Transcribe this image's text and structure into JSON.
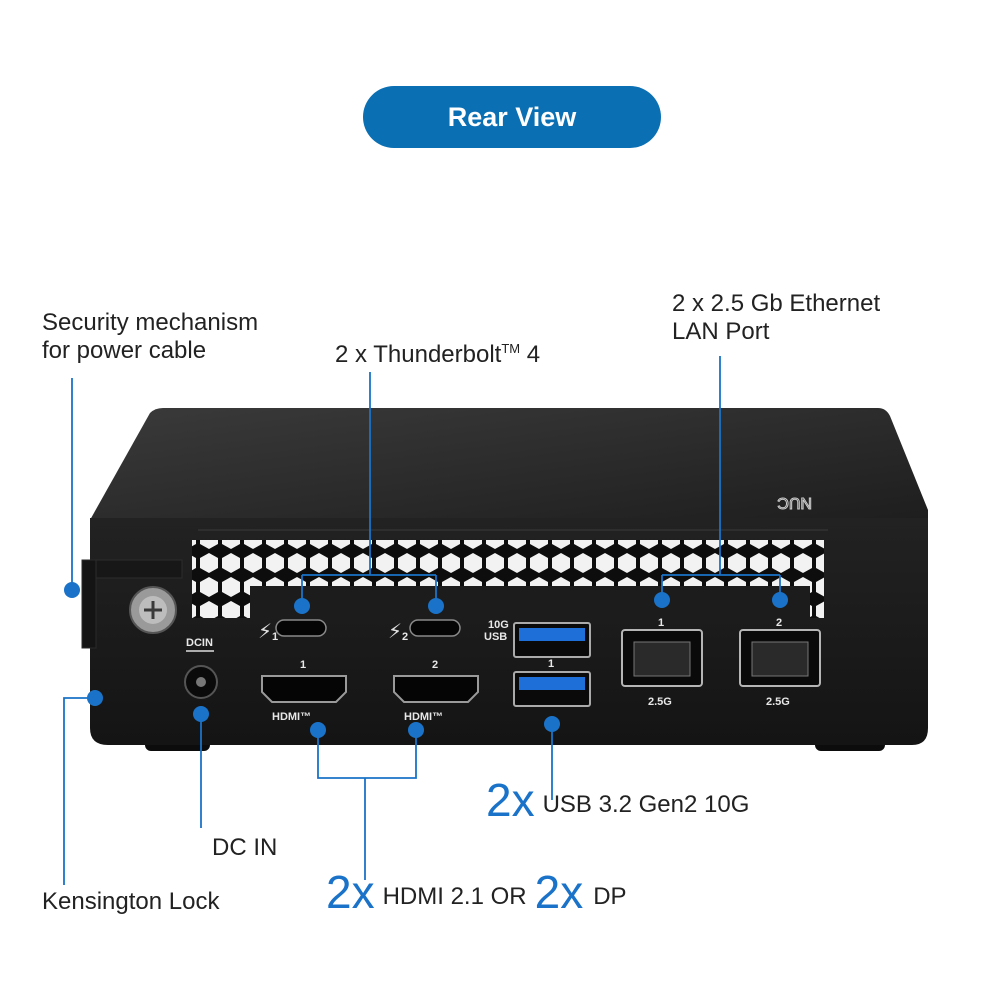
{
  "header": {
    "title": "Rear View"
  },
  "labels": {
    "security": [
      "Security mechanism",
      "for power cable"
    ],
    "thunderbolt": {
      "text": "2 x Thunderbolt",
      "tm": "TM",
      "suffix": " 4"
    },
    "ethernet": [
      "2 x 2.5 Gb Ethernet",
      "LAN Port"
    ],
    "usb": {
      "count": "2x",
      "text": "USB 3.2 Gen2 10G"
    },
    "dc_in": "DC IN",
    "kensington": "Kensington Lock",
    "hdmi": {
      "count": "2x",
      "text": "HDMI 2.1 OR",
      "count2": "2x",
      "text2": "DP"
    }
  },
  "device": {
    "dcin_label": "DCIN",
    "hdmi_ports": [
      {
        "number": "1",
        "logo": "HDMI™"
      },
      {
        "number": "2",
        "logo": "HDMI™"
      }
    ],
    "thunderbolt_ports": [
      {
        "number": "1"
      },
      {
        "number": "2"
      }
    ],
    "usb_label": [
      "10G",
      "USB"
    ],
    "usb_ports": [
      {
        "number": "1"
      }
    ],
    "lan_ports": [
      {
        "number": "1",
        "speed": "2.5G"
      },
      {
        "number": "2",
        "speed": "2.5G"
      }
    ],
    "brand_mark": "NUC"
  },
  "colors": {
    "accent": "#0a6fb3",
    "callout": "#1a73c8",
    "chassis": "#1c1c1c",
    "usb_blue": "#1f6fd8"
  }
}
